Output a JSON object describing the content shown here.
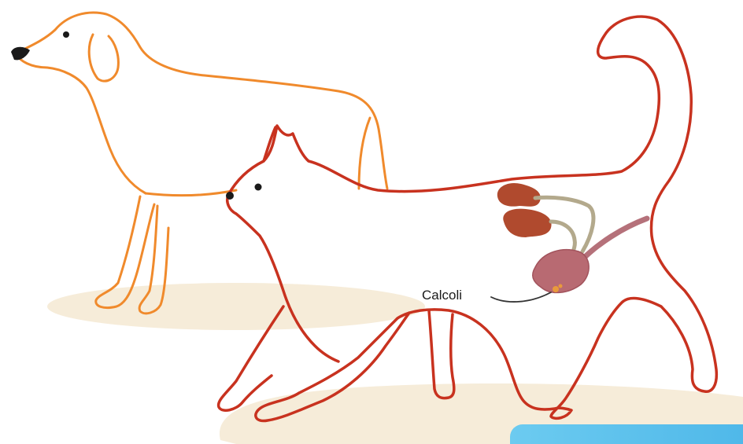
{
  "annotation": {
    "label": "Calcoli"
  },
  "colors": {
    "dog_outline": "#f08a2c",
    "cat_outline": "#c8321f",
    "shadow": "#f6ecd9",
    "kidney": "#b04a2e",
    "ureter": "#b3a98c",
    "bladder": "#b86a72",
    "urethra": "#b5717a",
    "panel": "#4fb8e9"
  },
  "icons": {
    "dog": "dog-outline",
    "cat": "cat-outline"
  }
}
